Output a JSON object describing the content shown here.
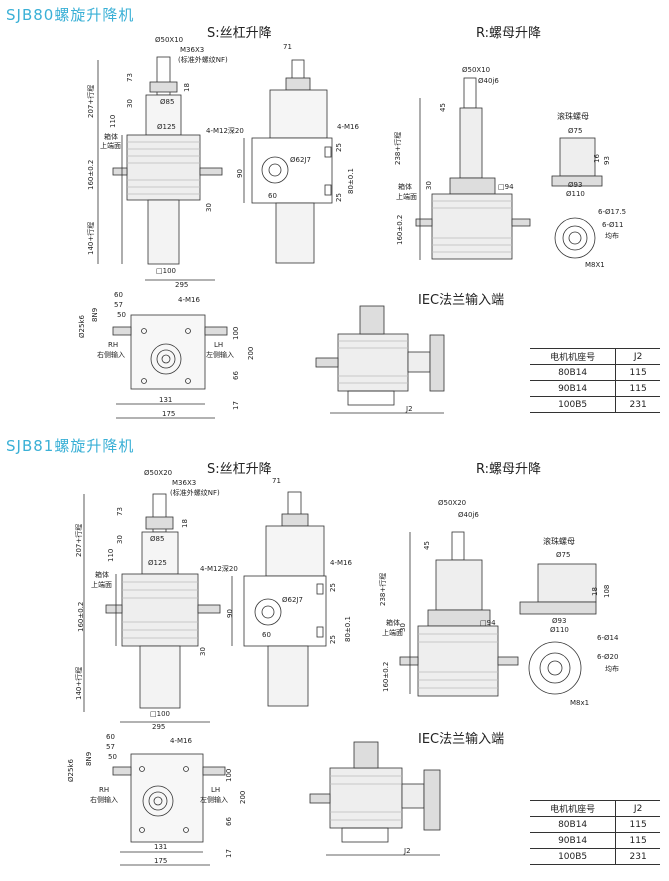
{
  "blocks": [
    {
      "title": "SJB80螺旋升降机",
      "s_title": "S:丝杠升降",
      "r_title": "R:螺母升降",
      "iec_title": "IEC法兰输入端",
      "s": {
        "phi_top": "Ø50X10",
        "thread": "M36X3",
        "thread_note": "(标准外螺纹NF)",
        "d73": "73",
        "d18": "18",
        "d30": "30",
        "phi85": "Ø85",
        "d110": "110",
        "travel": "207+行程",
        "phi125": "Ø125",
        "box_top": "箱体",
        "box_top2": "上端面",
        "d160": "160±0.2",
        "m12": "4-M12深20",
        "d30b": "30",
        "travel2": "140+行程",
        "sq100": "□100",
        "d71": "71",
        "m16": "4-M16",
        "d90": "90",
        "phi62": "Ø62J7",
        "d60": "60",
        "d25a": "25",
        "d80": "80±0.1",
        "d25b": "25"
      },
      "r": {
        "phi_top": "Ø50X10",
        "phi40": "Ø40j6",
        "d45": "45",
        "d238": "238+行程",
        "d30": "30",
        "sq94": "□94",
        "box_top": "箱体",
        "box_top2": "上端面",
        "d160": "160±0.2",
        "nut_title": "滚珠螺母",
        "phi75": "Ø75",
        "d16": "16",
        "d93": "93",
        "phi93": "Ø93",
        "phi110": "Ø110",
        "holes1": "6-Ø17.5",
        "holes2": "6-Ø11",
        "even": "均布",
        "m8": "M8X1"
      },
      "plan": {
        "d295": "295",
        "d60": "60",
        "d57": "57",
        "d50": "50",
        "phi25": "Ø25k6",
        "n8": "8N9",
        "m16": "4-M16",
        "rh": "RH",
        "rh2": "右侧输入",
        "lh": "LH",
        "lh2": "左侧输入",
        "d100": "100",
        "d200": "200",
        "d66": "66",
        "d17": "17",
        "d131": "131",
        "d175": "175"
      },
      "iec": {
        "j2": "J2"
      },
      "table": {
        "headers": [
          "电机机座号",
          "J2"
        ],
        "rows": [
          [
            "80B14",
            "115"
          ],
          [
            "90B14",
            "115"
          ],
          [
            "100B5",
            "231"
          ]
        ]
      }
    },
    {
      "title": "SJB81螺旋升降机",
      "s_title": "S:丝杠升降",
      "r_title": "R:螺母升降",
      "iec_title": "IEC法兰输入端",
      "s": {
        "phi_top": "Ø50X20",
        "thread": "M36X3",
        "thread_note": "(标准外螺纹NF)",
        "d73": "73",
        "d18": "18",
        "d30": "30",
        "phi85": "Ø85",
        "d110": "110",
        "travel": "207+行程",
        "phi125": "Ø125",
        "box_top": "箱体",
        "box_top2": "上端面",
        "d160": "160±0.2",
        "m12": "4-M12深20",
        "d30b": "30",
        "travel2": "140+行程",
        "sq100": "□100",
        "d71": "71",
        "m16": "4-M16",
        "d90": "90",
        "phi62": "Ø62J7",
        "d60": "60",
        "d25a": "25",
        "d80": "80±0.1",
        "d25b": "25"
      },
      "r": {
        "phi_top": "Ø50X20",
        "phi40": "Ø40j6",
        "d45": "45",
        "d238": "238+行程",
        "d30": "30",
        "sq94": "□94",
        "box_top": "箱体",
        "box_top2": "上端面",
        "d160": "160±0.2",
        "nut_title": "滚珠螺母",
        "phi75": "Ø75",
        "d16": "18",
        "d93": "108",
        "phi93": "Ø93",
        "phi110": "Ø110",
        "holes1": "6-Ø14",
        "holes2": "6-Ø20",
        "even": "均布",
        "m8": "M8x1"
      },
      "plan": {
        "d295": "295",
        "d60": "60",
        "d57": "57",
        "d50": "50",
        "phi25": "Ø25k6",
        "n8": "8N9",
        "m16": "4-M16",
        "rh": "RH",
        "rh2": "右侧输入",
        "lh": "LH",
        "lh2": "左侧输入",
        "d100": "100",
        "d200": "200",
        "d66": "66",
        "d17": "17",
        "d131": "131",
        "d175": "175"
      },
      "iec": {
        "j2": "J2"
      },
      "table": {
        "headers": [
          "电机机座号",
          "J2"
        ],
        "rows": [
          [
            "80B14",
            "115"
          ],
          [
            "90B14",
            "115"
          ],
          [
            "100B5",
            "231"
          ]
        ]
      }
    }
  ]
}
